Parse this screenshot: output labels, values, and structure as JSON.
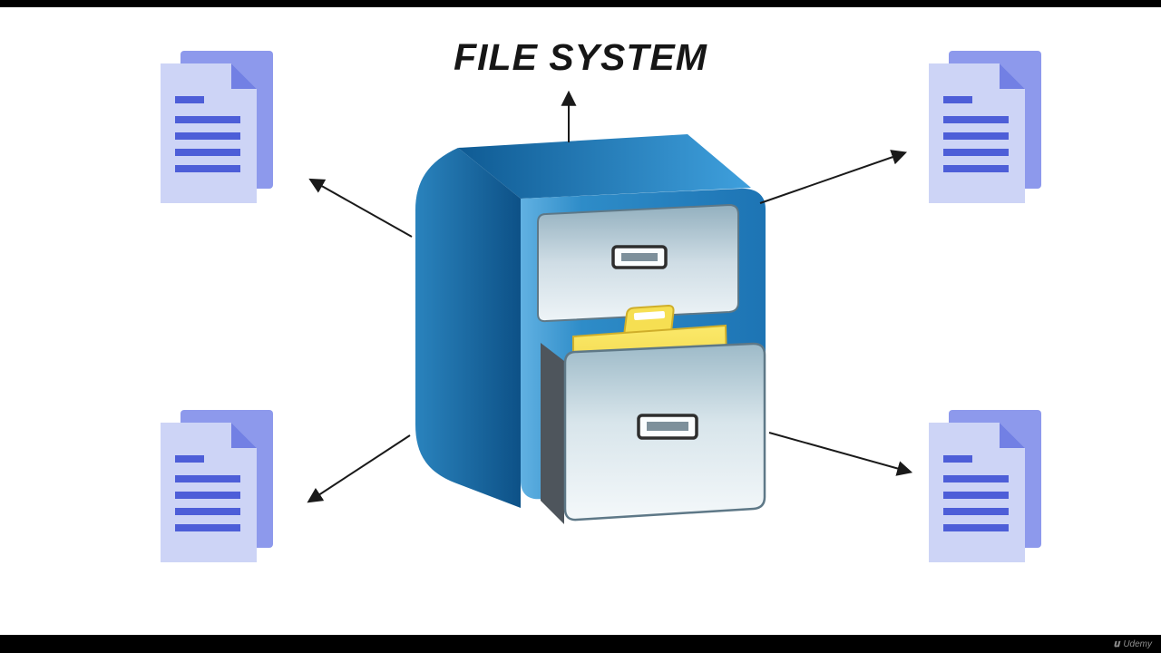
{
  "title": "FILE SYSTEM",
  "watermark": {
    "brand": "Udemy"
  },
  "diagram": {
    "center_node": {
      "id": "file-cabinet",
      "description": "3D blue two-drawer file cabinet, bottom drawer open with yellow folder inside"
    },
    "documents": [
      {
        "id": "document-top-left",
        "position": "top-left",
        "type": "document-icon"
      },
      {
        "id": "document-top-right",
        "position": "top-right",
        "type": "document-icon"
      },
      {
        "id": "document-bottom-left",
        "position": "bottom-left",
        "type": "document-icon"
      },
      {
        "id": "document-bottom-right",
        "position": "bottom-right",
        "type": "document-icon"
      }
    ],
    "arrows": [
      {
        "from": "file-cabinet",
        "to": "title",
        "direction": "up"
      },
      {
        "from": "file-cabinet",
        "to": "document-top-left",
        "direction": "up-left"
      },
      {
        "from": "file-cabinet",
        "to": "document-top-right",
        "direction": "up-right"
      },
      {
        "from": "file-cabinet",
        "to": "document-bottom-left",
        "direction": "down-left"
      },
      {
        "from": "file-cabinet",
        "to": "document-bottom-right",
        "direction": "down-right"
      }
    ]
  },
  "colors": {
    "background": "#ffffff",
    "letterbox": "#000000",
    "title_text": "#161616",
    "arrow": "#1a1a1a",
    "document_front": "#cdd4f6",
    "document_back": "#8d99ec",
    "document_fold": "#7280e4",
    "document_lines": "#4d5ed8",
    "cabinet_blue_dark": "#0d5187",
    "cabinet_blue": "#2e8cc8",
    "cabinet_blue_light": "#61b1e2",
    "drawer_face": "#d8e5eb",
    "drawer_shadow": "#4e555c",
    "folder_yellow": "#f6df52"
  }
}
